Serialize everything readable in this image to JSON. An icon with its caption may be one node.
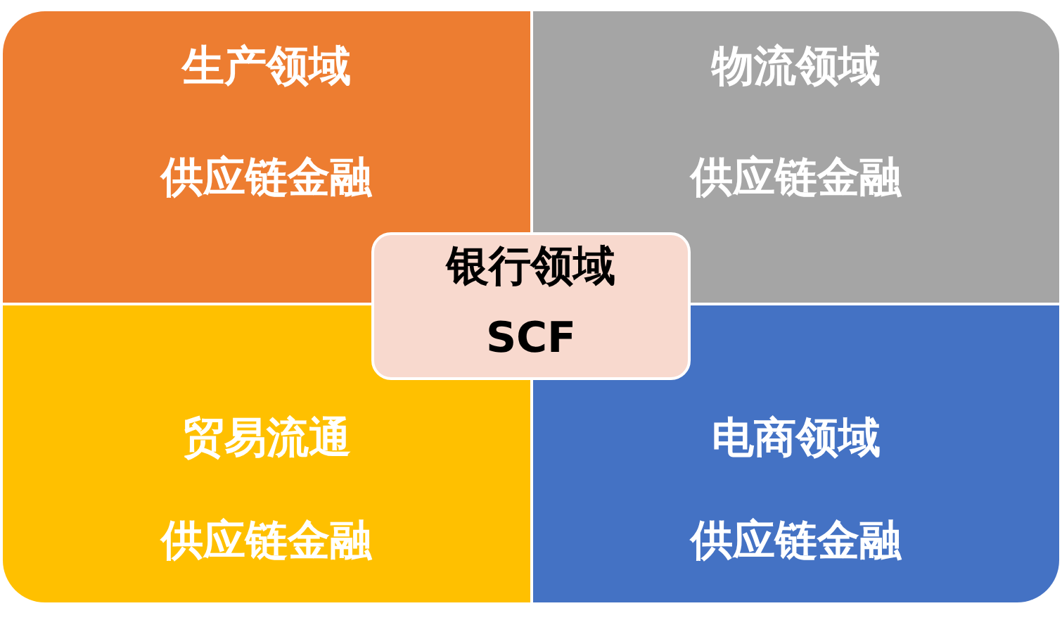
{
  "diagram": {
    "nodes": [
      {
        "text": [
          "生产领域",
          "供应链金融"
        ]
      },
      {
        "text": [
          "物流领域",
          "供应链金融"
        ]
      },
      {
        "text": [
          "银行领域",
          "SCF"
        ]
      },
      {
        "text": [
          "贸易流通",
          "供应链金融"
        ]
      },
      {
        "text": [
          "电商领域",
          "供应链金融"
        ]
      }
    ]
  }
}
